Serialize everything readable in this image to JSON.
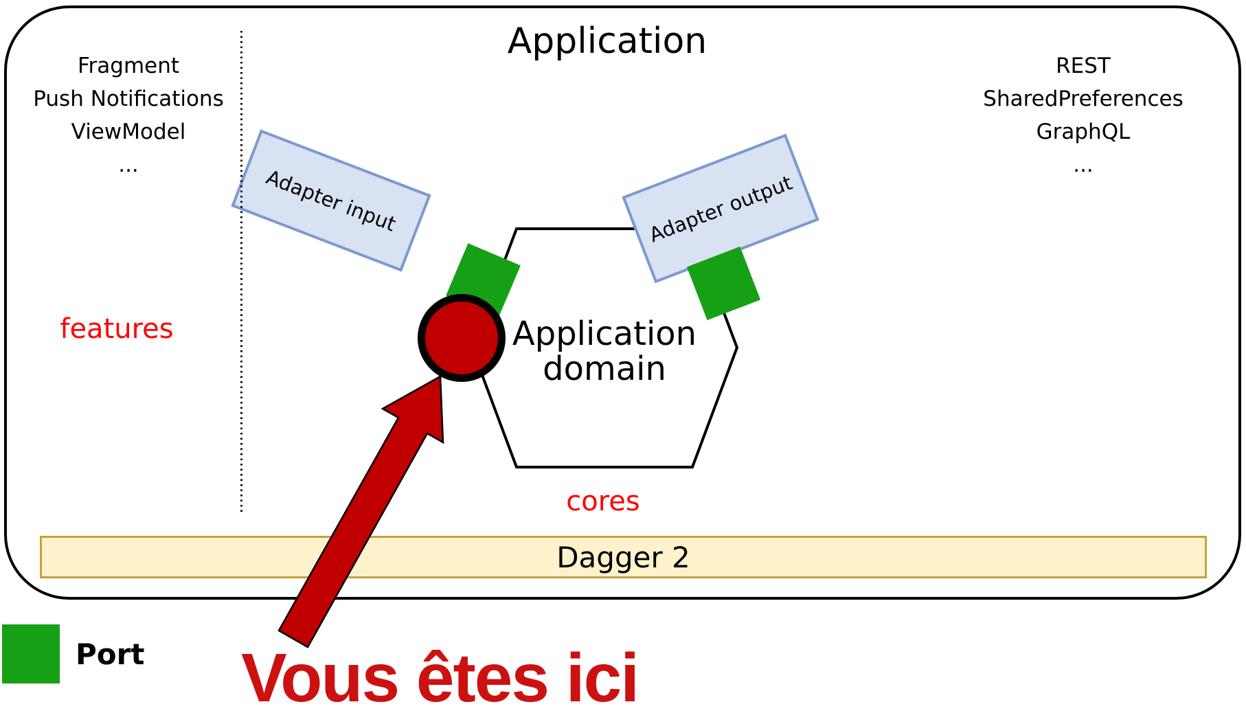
{
  "diagram": {
    "container_title": "Application",
    "left_stack": {
      "items": [
        "Fragment",
        "Push Notifications",
        "ViewModel",
        "..."
      ]
    },
    "right_stack": {
      "items": [
        "REST",
        "SharedPreferences",
        "GraphQL",
        "..."
      ]
    },
    "features_label": "features",
    "cores_label": "cores",
    "hexagon": {
      "line1": "Application",
      "line2": "domain"
    },
    "adapter_input_label": "Adapter input",
    "adapter_output_label": "Adapter output",
    "dagger_bar_label": "Dagger 2",
    "legend": {
      "port_label": "Port"
    },
    "annotation": "Vous êtes ici",
    "colors": {
      "adapter_fill": "#D9E2F3",
      "adapter_border": "#7C9AD0",
      "port_green": "#16A016",
      "marker_red": "#C00000",
      "annotation_red": "#CC1111",
      "section_label_red": "#FF0000",
      "dagger_fill": "#FDF2CC",
      "dagger_border": "#C5A13C",
      "outline": "#000000"
    }
  }
}
